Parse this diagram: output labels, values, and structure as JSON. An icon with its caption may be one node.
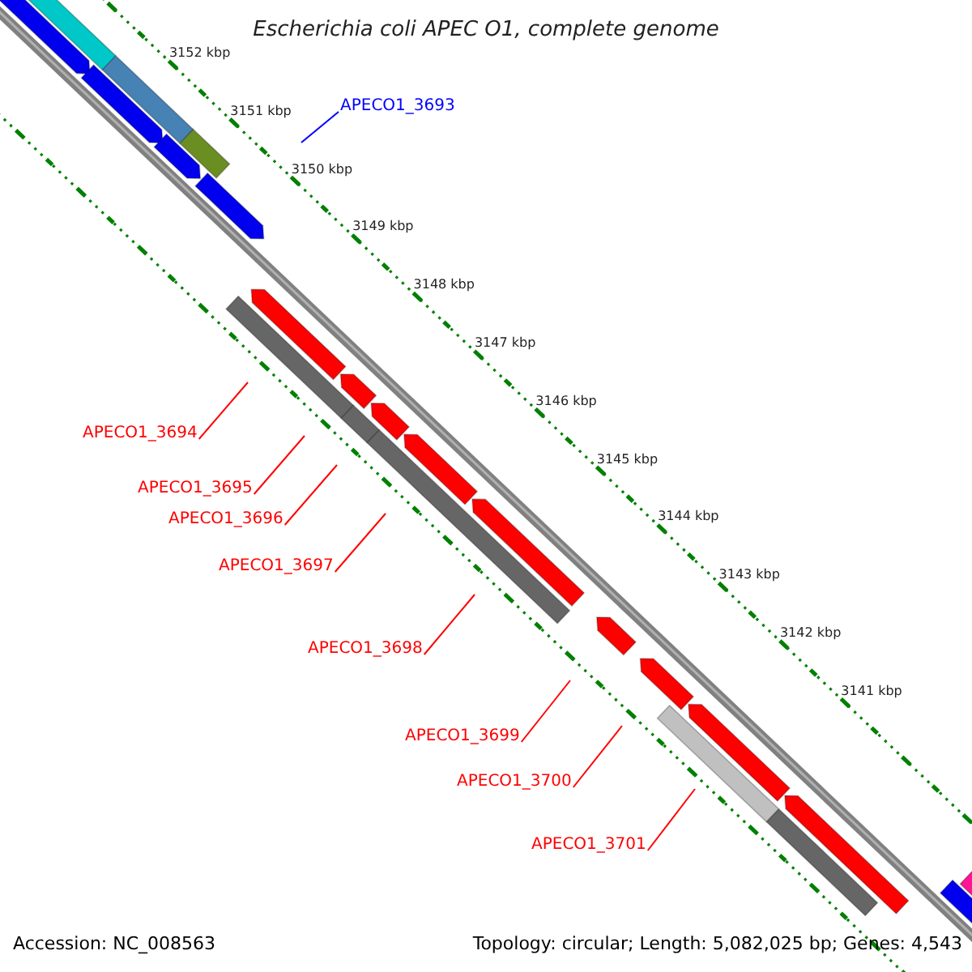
{
  "diagram": {
    "title": "Escherichia coli APEC O1, complete genome",
    "nodes": [
      {
        "text": [
          "APECO1_3693"
        ]
      },
      {
        "text": [
          "APECO1_3694"
        ]
      },
      {
        "text": [
          "APECO1_3695"
        ]
      },
      {
        "text": [
          "APECO1_3696"
        ]
      },
      {
        "text": [
          "APECO1_3697"
        ]
      },
      {
        "text": [
          "APECO1_3698"
        ]
      },
      {
        "text": [
          "APECO1_3699"
        ]
      },
      {
        "text": [
          "APECO1_3700"
        ]
      },
      {
        "text": [
          "APECO1_3701"
        ]
      }
    ],
    "edges": [
      {
        "from": 0,
        "to": null,
        "arrow": "none",
        "color": "#0000ff"
      },
      {
        "from": 1,
        "to": null,
        "arrow": "none"
      },
      {
        "from": 2,
        "to": null,
        "arrow": "none"
      },
      {
        "from": 3,
        "to": null,
        "arrow": "none"
      },
      {
        "from": 4,
        "to": null,
        "arrow": "none"
      },
      {
        "from": 5,
        "to": null,
        "arrow": "none"
      },
      {
        "from": 6,
        "to": null,
        "arrow": "none"
      },
      {
        "from": 7,
        "to": null,
        "arrow": "none"
      },
      {
        "from": 8,
        "to": null,
        "arrow": "none"
      }
    ],
    "labels": [
      "3152 kbp",
      "3151 kbp",
      "3150 kbp",
      "3149 kbp",
      "3148 kbp",
      "3147 kbp",
      "3146 kbp",
      "3145 kbp",
      "3144 kbp",
      "3143 kbp",
      "3142 kbp",
      "3141 kbp",
      "Accession: NC_008563",
      "Topology: circular; Length: 5,082,025 bp; Genes: 4,543"
    ]
  }
}
